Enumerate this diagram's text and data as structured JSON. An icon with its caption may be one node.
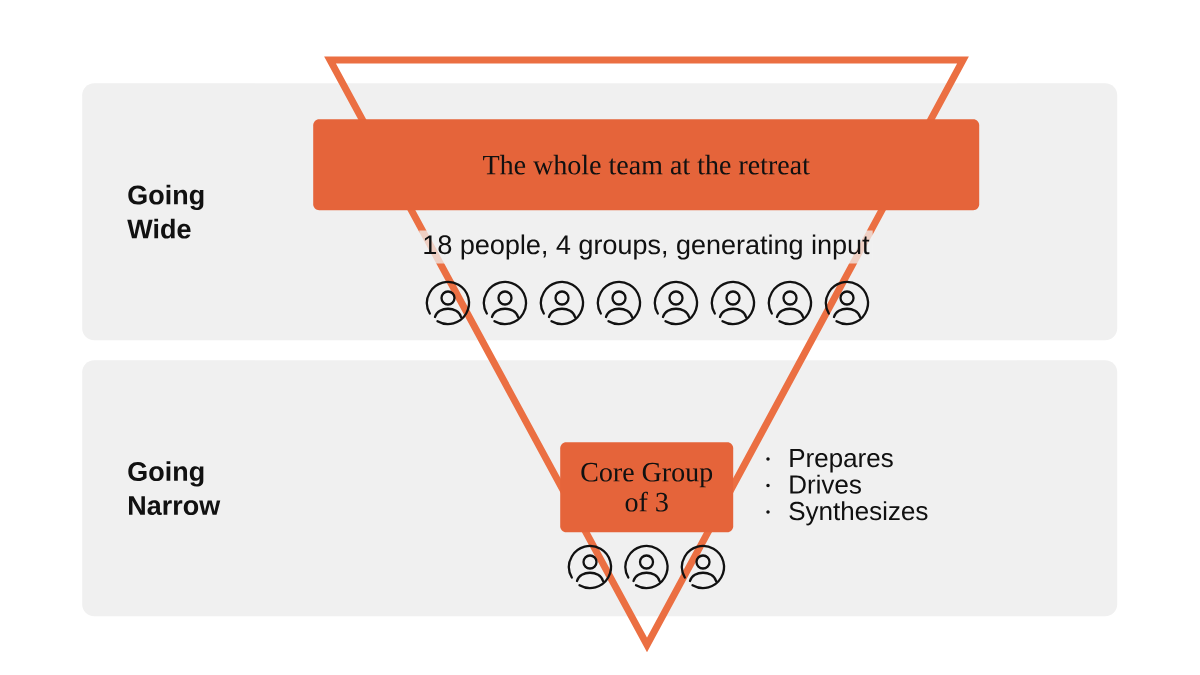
{
  "diagram": {
    "nodes": [
      {
        "text": [
          "Going Wide"
        ]
      },
      {
        "text": [
          "Going Narrow"
        ]
      },
      {
        "text": [
          "The whole team at the retreat"
        ],
        "in": 0,
        "beside": [
          "18 people, 4 groups, generating input"
        ]
      },
      {
        "text": [
          "Core Group of 3"
        ],
        "in": 1,
        "beside": [
          "Prepares",
          "Drives",
          "Synthesizes"
        ]
      }
    ]
  }
}
